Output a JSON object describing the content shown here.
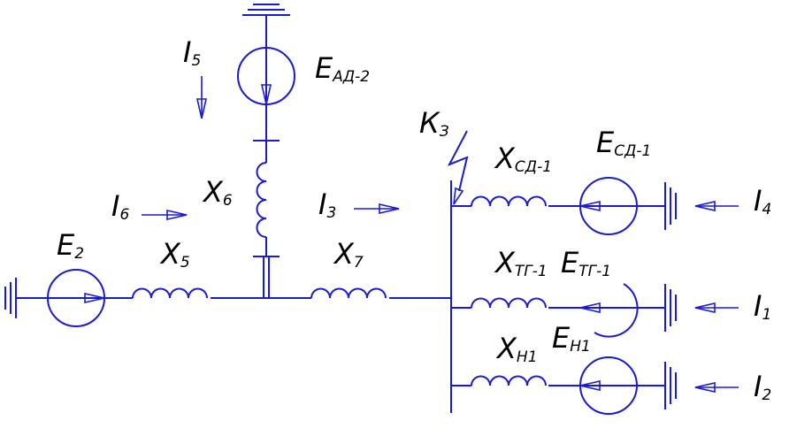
{
  "diagram": {
    "colors": {
      "wire": "#1a1ad0",
      "text": "#000000",
      "background": "#ffffff"
    },
    "labels": {
      "I5": {
        "main": "I",
        "sub": "5"
      },
      "EAD2": {
        "main": "E",
        "sub": "АД-2"
      },
      "K3": {
        "main": "К",
        "sub": "З"
      },
      "XSD1": {
        "main": "X",
        "sub": "СД-1"
      },
      "ESD1": {
        "main": "E",
        "sub": "СД-1"
      },
      "I6": {
        "main": "I",
        "sub": "6"
      },
      "X6": {
        "main": "X",
        "sub": "6"
      },
      "I3": {
        "main": "I",
        "sub": "3"
      },
      "I4": {
        "main": "I",
        "sub": "4"
      },
      "E2": {
        "main": "E",
        "sub": "2"
      },
      "X5": {
        "main": "X",
        "sub": "5"
      },
      "X7": {
        "main": "X",
        "sub": "7"
      },
      "XTG1": {
        "main": "X",
        "sub": "ТГ-1"
      },
      "ETG1": {
        "main": "E",
        "sub": "ТГ-1"
      },
      "I1": {
        "main": "I",
        "sub": "1"
      },
      "EN1": {
        "main": "E",
        "sub": "Н1"
      },
      "XN1": {
        "main": "X",
        "sub": "Н1"
      },
      "I2": {
        "main": "I",
        "sub": "2"
      }
    }
  }
}
